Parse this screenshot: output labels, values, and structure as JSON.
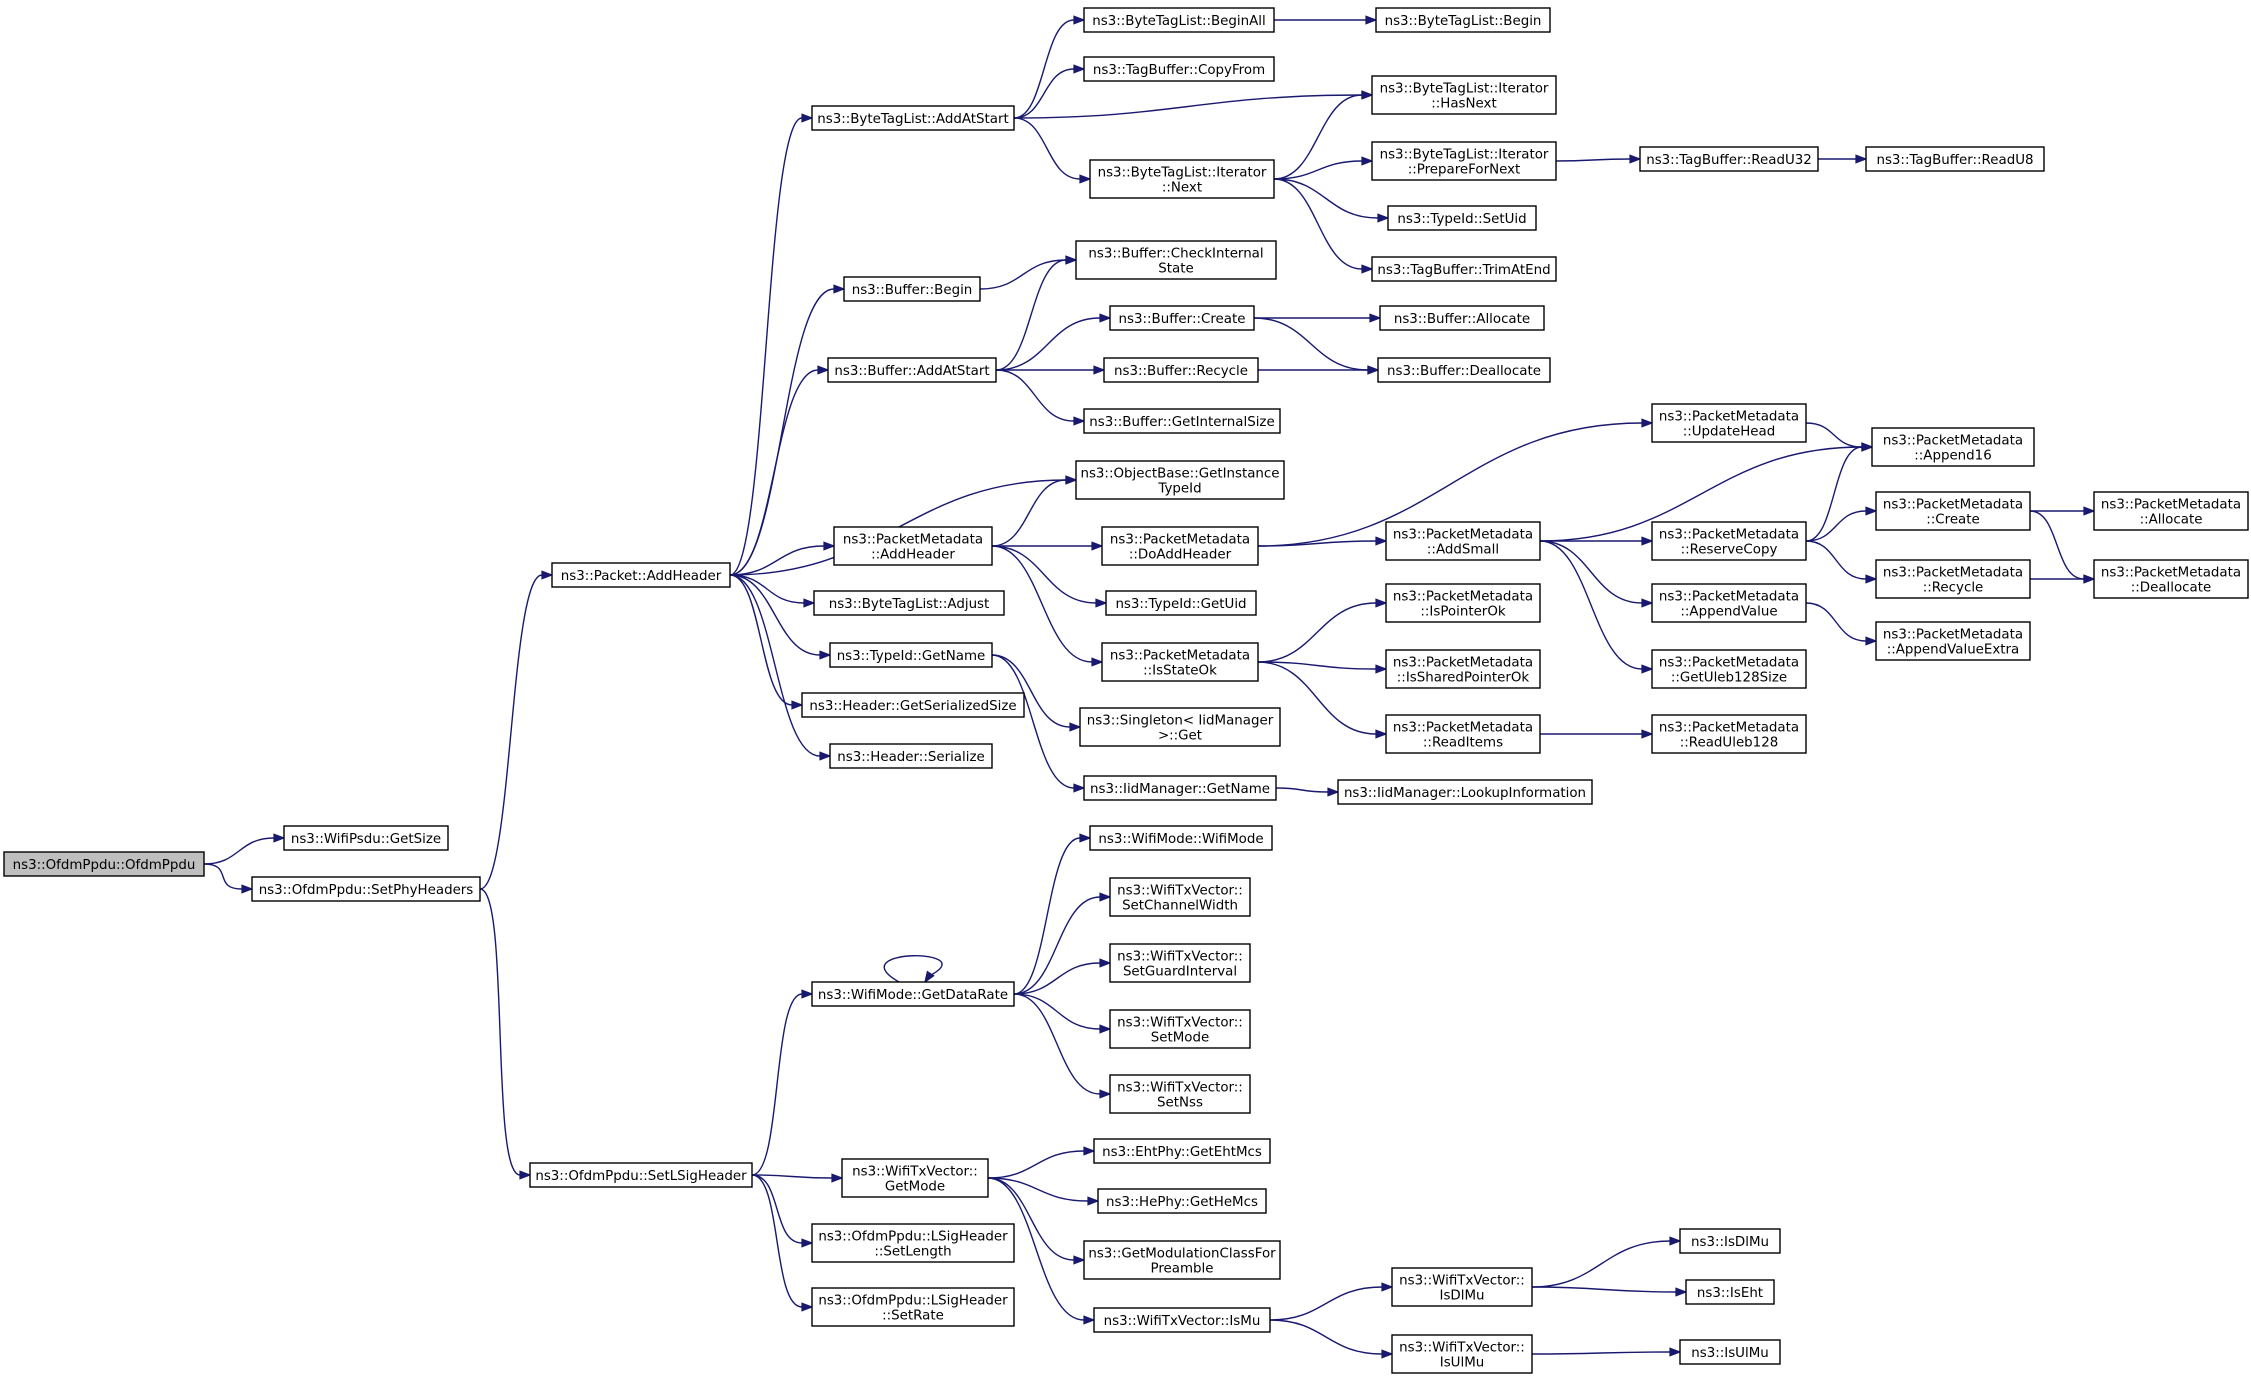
{
  "graph": {
    "edge_color": "#191970",
    "root_fill": "#bfbfbf",
    "nodes": [
      {
        "id": "root",
        "lines": [
          "ns3::OfdmPpdu::OfdmPpdu"
        ],
        "root": true
      },
      {
        "id": "wpsdu_getsize",
        "lines": [
          "ns3::WifiPsdu::GetSize"
        ]
      },
      {
        "id": "setphyheaders",
        "lines": [
          "ns3::OfdmPpdu::SetPhyHeaders"
        ]
      },
      {
        "id": "addheader",
        "lines": [
          "ns3::Packet::AddHeader"
        ]
      },
      {
        "id": "setlsig",
        "lines": [
          "ns3::OfdmPpdu::SetLSigHeader"
        ]
      },
      {
        "id": "btl_addatstart",
        "lines": [
          "ns3::ByteTagList::AddAtStart"
        ]
      },
      {
        "id": "buf_begin",
        "lines": [
          "ns3::Buffer::Begin"
        ]
      },
      {
        "id": "buf_addatstart",
        "lines": [
          "ns3::Buffer::AddAtStart"
        ]
      },
      {
        "id": "pm_addheader",
        "lines": [
          "ns3::PacketMetadata",
          "::AddHeader"
        ]
      },
      {
        "id": "btl_adjust",
        "lines": [
          "ns3::ByteTagList::Adjust"
        ]
      },
      {
        "id": "tid_getname",
        "lines": [
          "ns3::TypeId::GetName"
        ]
      },
      {
        "id": "hdr_getsersize",
        "lines": [
          "ns3::Header::GetSerializedSize"
        ]
      },
      {
        "id": "hdr_serialize",
        "lines": [
          "ns3::Header::Serialize"
        ]
      },
      {
        "id": "wm_getdatarate",
        "lines": [
          "ns3::WifiMode::GetDataRate"
        ]
      },
      {
        "id": "txv_getmode",
        "lines": [
          "ns3::WifiTxVector::",
          "GetMode"
        ]
      },
      {
        "id": "lsig_setlength",
        "lines": [
          "ns3::OfdmPpdu::LSigHeader",
          "::SetLength"
        ]
      },
      {
        "id": "lsig_setrate",
        "lines": [
          "ns3::OfdmPpdu::LSigHeader",
          "::SetRate"
        ]
      },
      {
        "id": "btl_beginall",
        "lines": [
          "ns3::ByteTagList::BeginAll"
        ]
      },
      {
        "id": "tb_copyfrom",
        "lines": [
          "ns3::TagBuffer::CopyFrom"
        ]
      },
      {
        "id": "btli_next",
        "lines": [
          "ns3::ByteTagList::Iterator",
          "::Next"
        ]
      },
      {
        "id": "buf_checkinternal",
        "lines": [
          "ns3::Buffer::CheckInternal",
          "State"
        ]
      },
      {
        "id": "buf_create",
        "lines": [
          "ns3::Buffer::Create"
        ]
      },
      {
        "id": "buf_recycle",
        "lines": [
          "ns3::Buffer::Recycle"
        ]
      },
      {
        "id": "buf_getinternalsize",
        "lines": [
          "ns3::Buffer::GetInternalSize"
        ]
      },
      {
        "id": "ob_getinstancetypeid",
        "lines": [
          "ns3::ObjectBase::GetInstance",
          "TypeId"
        ]
      },
      {
        "id": "pm_doaddheader",
        "lines": [
          "ns3::PacketMetadata",
          "::DoAddHeader"
        ]
      },
      {
        "id": "tid_getuid",
        "lines": [
          "ns3::TypeId::GetUid"
        ]
      },
      {
        "id": "pm_isstateok",
        "lines": [
          "ns3::PacketMetadata",
          "::IsStateOk"
        ]
      },
      {
        "id": "singleton_get",
        "lines": [
          "ns3::Singleton< IidManager",
          ">::Get"
        ]
      },
      {
        "id": "iid_getname",
        "lines": [
          "ns3::IidManager::GetName"
        ]
      },
      {
        "id": "wm_wifimode",
        "lines": [
          "ns3::WifiMode::WifiMode"
        ]
      },
      {
        "id": "txv_setchwidth",
        "lines": [
          "ns3::WifiTxVector::",
          "SetChannelWidth"
        ]
      },
      {
        "id": "txv_setgi",
        "lines": [
          "ns3::WifiTxVector::",
          "SetGuardInterval"
        ]
      },
      {
        "id": "txv_setmode",
        "lines": [
          "ns3::WifiTxVector::",
          "SetMode"
        ]
      },
      {
        "id": "txv_setnss",
        "lines": [
          "ns3::WifiTxVector::",
          "SetNss"
        ]
      },
      {
        "id": "eht_getehtmcs",
        "lines": [
          "ns3::EhtPhy::GetEhtMcs"
        ]
      },
      {
        "id": "he_gethemcs",
        "lines": [
          "ns3::HePhy::GetHeMcs"
        ]
      },
      {
        "id": "getmodclass",
        "lines": [
          "ns3::GetModulationClassFor",
          "Preamble"
        ]
      },
      {
        "id": "txv_ismu",
        "lines": [
          "ns3::WifiTxVector::IsMu"
        ]
      },
      {
        "id": "btl_begin",
        "lines": [
          "ns3::ByteTagList::Begin"
        ]
      },
      {
        "id": "btli_hasnext",
        "lines": [
          "ns3::ByteTagList::Iterator",
          "::HasNext"
        ]
      },
      {
        "id": "btli_preparefornext",
        "lines": [
          "ns3::ByteTagList::Iterator",
          "::PrepareForNext"
        ]
      },
      {
        "id": "tid_setuid",
        "lines": [
          "ns3::TypeId::SetUid"
        ]
      },
      {
        "id": "tb_trimatend",
        "lines": [
          "ns3::TagBuffer::TrimAtEnd"
        ]
      },
      {
        "id": "buf_allocate",
        "lines": [
          "ns3::Buffer::Allocate"
        ]
      },
      {
        "id": "buf_deallocate",
        "lines": [
          "ns3::Buffer::Deallocate"
        ]
      },
      {
        "id": "pm_addsmall",
        "lines": [
          "ns3::PacketMetadata",
          "::AddSmall"
        ]
      },
      {
        "id": "pm_updatehead",
        "lines": [
          "ns3::PacketMetadata",
          "::UpdateHead"
        ]
      },
      {
        "id": "pm_ispointerok",
        "lines": [
          "ns3::PacketMetadata",
          "::IsPointerOk"
        ]
      },
      {
        "id": "pm_issharedpointerok",
        "lines": [
          "ns3::PacketMetadata",
          "::IsSharedPointerOk"
        ]
      },
      {
        "id": "pm_readitems",
        "lines": [
          "ns3::PacketMetadata",
          "::ReadItems"
        ]
      },
      {
        "id": "iid_lookupinfo",
        "lines": [
          "ns3::IidManager::LookupInformation"
        ]
      },
      {
        "id": "txv_isdlmu",
        "lines": [
          "ns3::WifiTxVector::",
          "IsDlMu"
        ]
      },
      {
        "id": "txv_isulmu",
        "lines": [
          "ns3::WifiTxVector::",
          "IsUlMu"
        ]
      },
      {
        "id": "tb_readu32",
        "lines": [
          "ns3::TagBuffer::ReadU32"
        ]
      },
      {
        "id": "pm_reservecopy",
        "lines": [
          "ns3::PacketMetadata",
          "::ReserveCopy"
        ]
      },
      {
        "id": "pm_appendvalue",
        "lines": [
          "ns3::PacketMetadata",
          "::AppendValue"
        ]
      },
      {
        "id": "pm_getuleb128size",
        "lines": [
          "ns3::PacketMetadata",
          "::GetUleb128Size"
        ]
      },
      {
        "id": "pm_readuleb128",
        "lines": [
          "ns3::PacketMetadata",
          "::ReadUleb128"
        ]
      },
      {
        "id": "isdlmu",
        "lines": [
          "ns3::IsDlMu"
        ]
      },
      {
        "id": "iseht",
        "lines": [
          "ns3::IsEht"
        ]
      },
      {
        "id": "isulmu",
        "lines": [
          "ns3::IsUlMu"
        ]
      },
      {
        "id": "tb_readu8",
        "lines": [
          "ns3::TagBuffer::ReadU8"
        ]
      },
      {
        "id": "pm_append16",
        "lines": [
          "ns3::PacketMetadata",
          "::Append16"
        ]
      },
      {
        "id": "pm_create",
        "lines": [
          "ns3::PacketMetadata",
          "::Create"
        ]
      },
      {
        "id": "pm_recycle",
        "lines": [
          "ns3::PacketMetadata",
          "::Recycle"
        ]
      },
      {
        "id": "pm_appendvalueextra",
        "lines": [
          "ns3::PacketMetadata",
          "::AppendValueExtra"
        ]
      },
      {
        "id": "pm_allocate",
        "lines": [
          "ns3::PacketMetadata",
          "::Allocate"
        ]
      },
      {
        "id": "pm_deallocate",
        "lines": [
          "ns3::PacketMetadata",
          "::Deallocate"
        ]
      }
    ],
    "edges": [
      [
        "root",
        "wpsdu_getsize"
      ],
      [
        "root",
        "setphyheaders"
      ],
      [
        "setphyheaders",
        "addheader"
      ],
      [
        "setphyheaders",
        "setlsig"
      ],
      [
        "addheader",
        "btl_addatstart"
      ],
      [
        "addheader",
        "buf_begin"
      ],
      [
        "addheader",
        "buf_addatstart"
      ],
      [
        "addheader",
        "ob_getinstancetypeid"
      ],
      [
        "addheader",
        "pm_addheader"
      ],
      [
        "addheader",
        "btl_adjust"
      ],
      [
        "addheader",
        "tid_getname"
      ],
      [
        "addheader",
        "hdr_getsersize"
      ],
      [
        "addheader",
        "hdr_serialize"
      ],
      [
        "btl_addatstart",
        "btl_beginall"
      ],
      [
        "btl_addatstart",
        "tb_copyfrom"
      ],
      [
        "btl_addatstart",
        "btli_hasnext"
      ],
      [
        "btl_addatstart",
        "btli_next"
      ],
      [
        "btl_beginall",
        "btl_begin"
      ],
      [
        "btli_next",
        "btli_hasnext"
      ],
      [
        "btli_next",
        "btli_preparefornext"
      ],
      [
        "btli_next",
        "tid_setuid"
      ],
      [
        "btli_next",
        "tb_trimatend"
      ],
      [
        "btli_preparefornext",
        "tb_readu32"
      ],
      [
        "tb_readu32",
        "tb_readu8"
      ],
      [
        "buf_begin",
        "buf_checkinternal"
      ],
      [
        "buf_addatstart",
        "buf_checkinternal"
      ],
      [
        "buf_addatstart",
        "buf_create"
      ],
      [
        "buf_addatstart",
        "buf_recycle"
      ],
      [
        "buf_addatstart",
        "buf_getinternalsize"
      ],
      [
        "buf_create",
        "buf_allocate"
      ],
      [
        "buf_create",
        "buf_deallocate"
      ],
      [
        "buf_recycle",
        "buf_deallocate"
      ],
      [
        "pm_addheader",
        "ob_getinstancetypeid"
      ],
      [
        "pm_addheader",
        "pm_doaddheader"
      ],
      [
        "pm_addheader",
        "tid_getuid"
      ],
      [
        "pm_addheader",
        "pm_isstateok"
      ],
      [
        "pm_doaddheader",
        "pm_updatehead"
      ],
      [
        "pm_doaddheader",
        "pm_addsmall"
      ],
      [
        "pm_updatehead",
        "pm_append16"
      ],
      [
        "pm_addsmall",
        "pm_append16"
      ],
      [
        "pm_addsmall",
        "pm_reservecopy"
      ],
      [
        "pm_addsmall",
        "pm_appendvalue"
      ],
      [
        "pm_addsmall",
        "pm_getuleb128size"
      ],
      [
        "pm_reservecopy",
        "pm_append16"
      ],
      [
        "pm_reservecopy",
        "pm_create"
      ],
      [
        "pm_reservecopy",
        "pm_recycle"
      ],
      [
        "pm_create",
        "pm_allocate"
      ],
      [
        "pm_create",
        "pm_deallocate"
      ],
      [
        "pm_recycle",
        "pm_deallocate"
      ],
      [
        "pm_appendvalue",
        "pm_appendvalueextra"
      ],
      [
        "pm_isstateok",
        "pm_ispointerok"
      ],
      [
        "pm_isstateok",
        "pm_issharedpointerok"
      ],
      [
        "pm_isstateok",
        "pm_readitems"
      ],
      [
        "pm_readitems",
        "pm_readuleb128"
      ],
      [
        "tid_getname",
        "singleton_get"
      ],
      [
        "tid_getname",
        "iid_getname"
      ],
      [
        "iid_getname",
        "iid_lookupinfo"
      ],
      [
        "setlsig",
        "wm_getdatarate"
      ],
      [
        "setlsig",
        "txv_getmode"
      ],
      [
        "setlsig",
        "lsig_setlength"
      ],
      [
        "setlsig",
        "lsig_setrate"
      ],
      [
        "wm_getdatarate",
        "wm_getdatarate"
      ],
      [
        "wm_getdatarate",
        "wm_wifimode"
      ],
      [
        "wm_getdatarate",
        "txv_setchwidth"
      ],
      [
        "wm_getdatarate",
        "txv_setgi"
      ],
      [
        "wm_getdatarate",
        "txv_setmode"
      ],
      [
        "wm_getdatarate",
        "txv_setnss"
      ],
      [
        "txv_getmode",
        "eht_getehtmcs"
      ],
      [
        "txv_getmode",
        "he_gethemcs"
      ],
      [
        "txv_getmode",
        "getmodclass"
      ],
      [
        "txv_getmode",
        "txv_ismu"
      ],
      [
        "txv_ismu",
        "txv_isdlmu"
      ],
      [
        "txv_ismu",
        "txv_isulmu"
      ],
      [
        "txv_isdlmu",
        "isdlmu"
      ],
      [
        "txv_isdlmu",
        "iseht"
      ],
      [
        "txv_isulmu",
        "isulmu"
      ]
    ]
  }
}
